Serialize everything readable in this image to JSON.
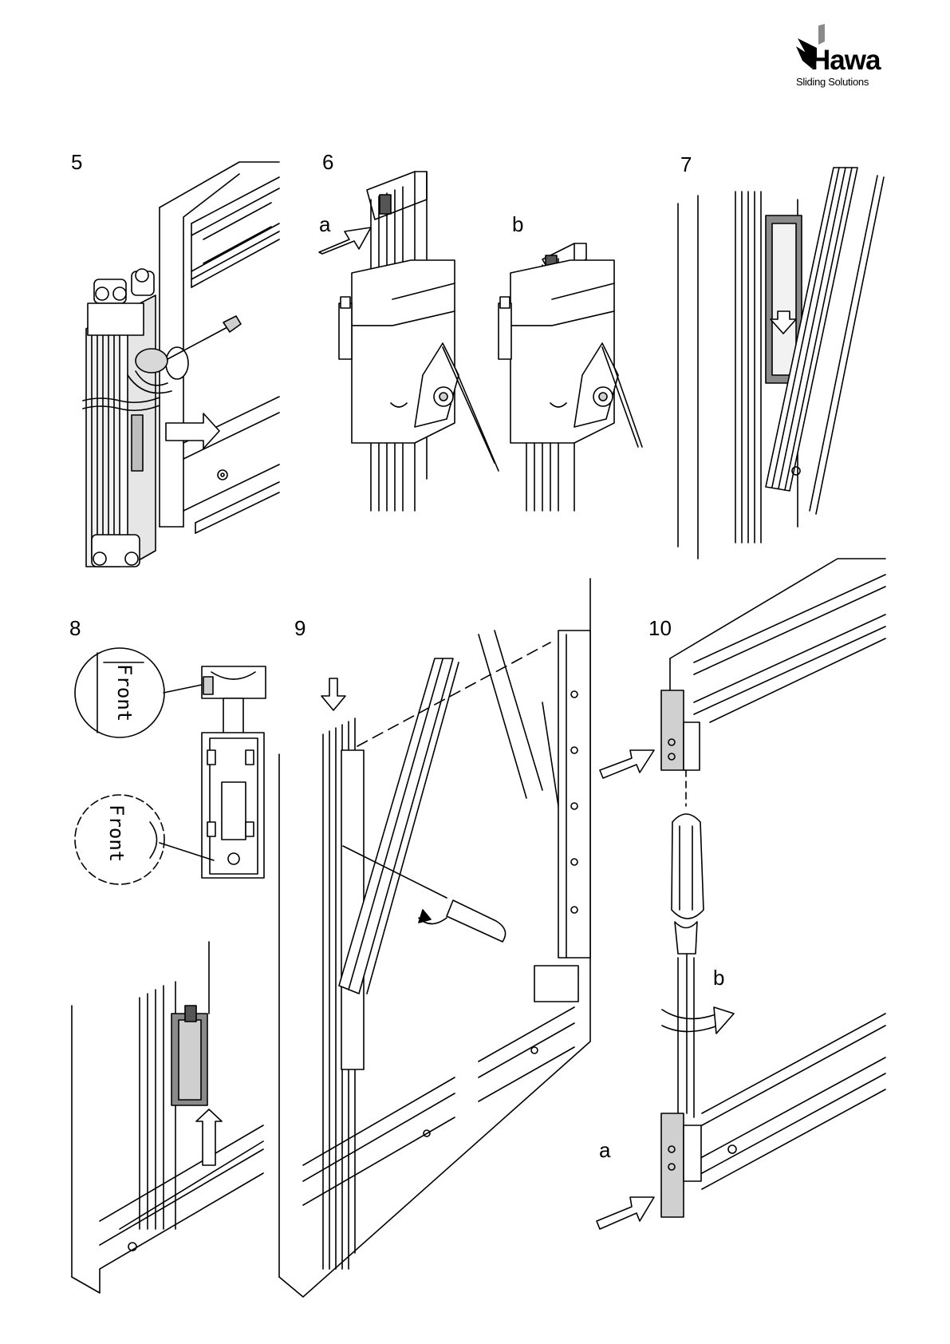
{
  "brand": {
    "name": "Hawa",
    "tagline": "Sliding Solutions",
    "logo_icon": "hawa-wing-logo-icon"
  },
  "steps": [
    {
      "number": "5"
    },
    {
      "number": "6",
      "sub_labels": [
        "a",
        "b"
      ]
    },
    {
      "number": "7"
    },
    {
      "number": "8",
      "detail_label": "Front",
      "detail_label_small": "Front"
    },
    {
      "number": "9"
    },
    {
      "number": "10",
      "sub_labels": [
        "b",
        "a"
      ]
    }
  ],
  "colors": {
    "line": "#000000",
    "fill_light": "#f2f2f2",
    "fill_mid": "#cfcfcf",
    "fill_dark": "#7a7a7a"
  }
}
